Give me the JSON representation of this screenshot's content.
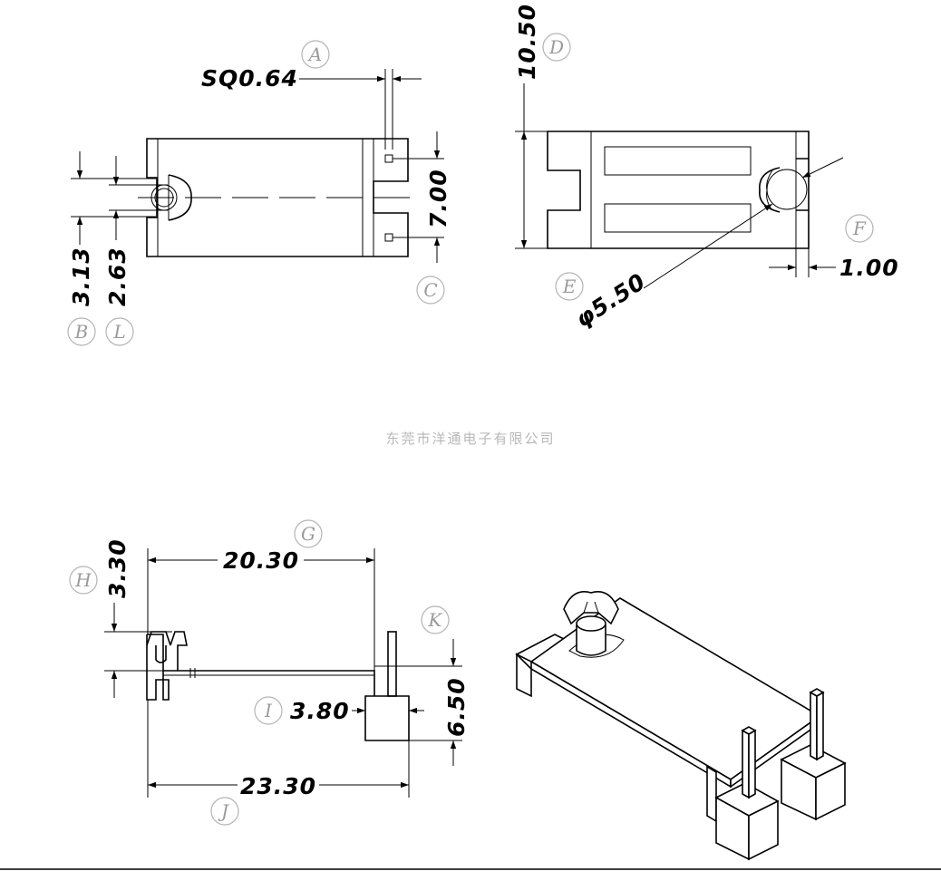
{
  "dimensions": {
    "sq": "SQ0.64",
    "d313": "3.13",
    "d263": "2.63",
    "d700": "7.00",
    "d1050": "10.50",
    "d550": "φ5.50",
    "d100": "1.00",
    "d2030": "20.30",
    "d330": "3.30",
    "d380": "3.80",
    "d650": "6.50",
    "d2330": "23.30"
  },
  "labels": {
    "A": "A",
    "B": "B",
    "C": "C",
    "D": "D",
    "E": "E",
    "F": "F",
    "G": "G",
    "H": "H",
    "I": "I",
    "J": "J",
    "K": "K",
    "L": "L"
  },
  "company": "东莞市洋通电子有限公司"
}
